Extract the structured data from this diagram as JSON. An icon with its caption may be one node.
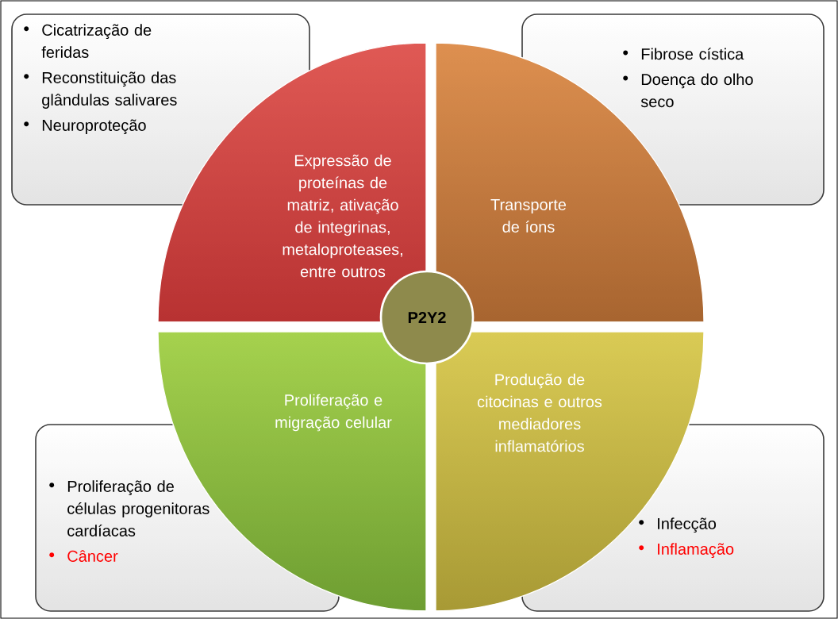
{
  "diagram": {
    "nodes": [
      {
        "text": [
          "Cicatrização de feridas",
          "Reconstituição das glândulas salivares",
          "Neuroproteção"
        ]
      },
      {
        "text": [
          "Expressão de proteínas de matriz, ativação de integrinas, metaloproteases, entre outros"
        ]
      },
      {
        "text": [
          "Transporte de íons"
        ]
      },
      {
        "text": [
          "Fibrose cística",
          "Doença do olho seco"
        ]
      },
      {
        "text": [
          "P2Y2"
        ]
      },
      {
        "text": [
          "Proliferação e migração celular"
        ]
      },
      {
        "text": [
          "Produção de citocinas e outros mediadores inflamatórios"
        ]
      },
      {
        "text": [
          "Proliferação de células progenitoras cardíacas",
          "Câncer"
        ]
      },
      {
        "text": [
          "Infecção",
          "Inflamação"
        ]
      }
    ]
  }
}
